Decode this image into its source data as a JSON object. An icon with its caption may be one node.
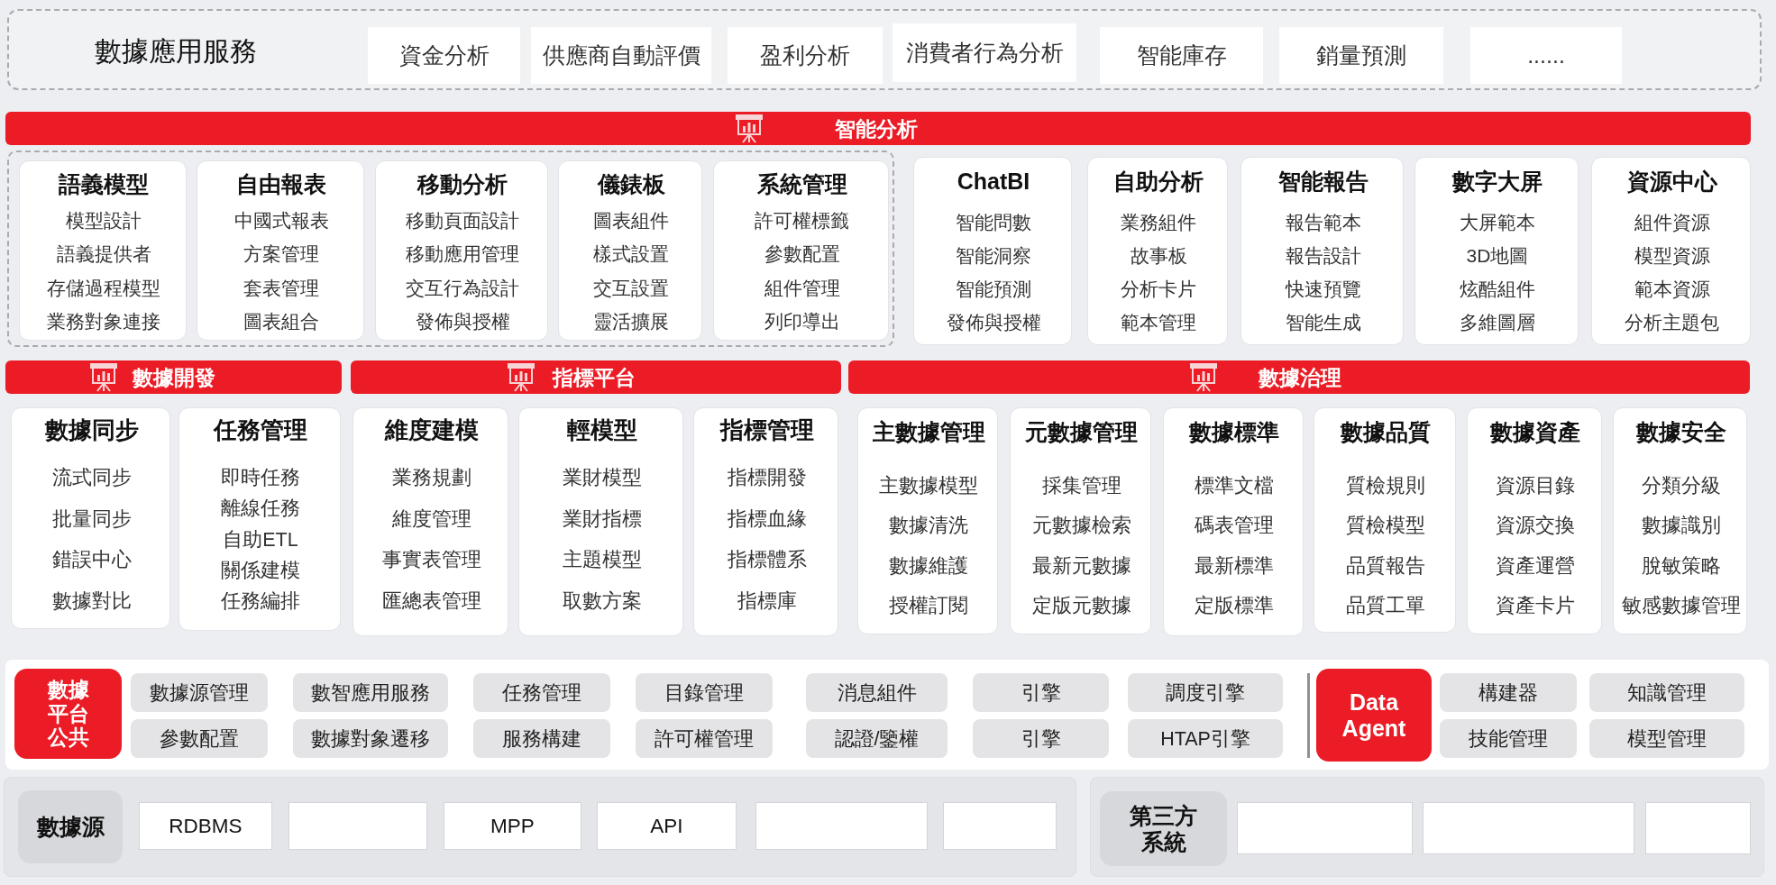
{
  "diagram": {
    "nodes": [
      {
        "text": [
          "數據應用服務"
        ]
      },
      {
        "text": [
          "資金分析"
        ],
        "in": 0
      },
      {
        "text": [
          "供應商自動評價"
        ],
        "in": 0
      },
      {
        "text": [
          "盈利分析"
        ],
        "in": 0
      },
      {
        "text": [
          "消費者行為分析"
        ],
        "in": 0
      },
      {
        "text": [
          "智能庫存"
        ],
        "in": 0
      },
      {
        "text": [
          "銷量預測"
        ],
        "in": 0
      },
      {
        "text": [
          "......"
        ],
        "in": 0
      },
      {
        "text": [
          "智能分析"
        ]
      },
      {
        "text": [],
        "shape": "box"
      },
      {
        "text": [
          "語義模型",
          "模型設計",
          "語義提供者",
          "存儲過程模型",
          "業務對象連接"
        ],
        "in": 9
      },
      {
        "text": [
          "自由報表",
          "中國式報表",
          "方案管理",
          "套表管理",
          "圖表組合"
        ],
        "in": 9
      },
      {
        "text": [
          "移動分析",
          "移動頁面設計",
          "移動應用管理",
          "交互行為設計",
          "發佈與授權"
        ],
        "in": 9
      },
      {
        "text": [
          "儀錶板",
          "圖表組件",
          "樣式設置",
          "交互設置",
          "靈活擴展"
        ],
        "in": 9
      },
      {
        "text": [
          "系統管理",
          "許可權標籤",
          "參數配置",
          "組件管理",
          "列印導出"
        ],
        "in": 9
      },
      {
        "text": [
          "ChatBI",
          "智能問數",
          "智能洞察",
          "智能預測",
          "發佈與授權"
        ]
      },
      {
        "text": [
          "自助分析",
          "業務組件",
          "故事板",
          "分析卡片",
          "範本管理"
        ]
      },
      {
        "text": [
          "智能報告",
          "報告範本",
          "報告設計",
          "快速預覽",
          "智能生成"
        ]
      },
      {
        "text": [
          "數字大屏",
          "大屏範本",
          "3D地圖",
          "炫酷組件",
          "多維圖層"
        ]
      },
      {
        "text": [
          "資源中心",
          "組件資源",
          "模型資源",
          "範本資源",
          "分析主題包"
        ]
      },
      {
        "text": [
          "數據開發"
        ]
      },
      {
        "text": [
          "指標平台"
        ]
      },
      {
        "text": [
          "數據治理"
        ]
      },
      {
        "text": [
          "數據同步",
          "流式同步",
          "批量同步",
          "錯誤中心",
          "數據對比"
        ]
      },
      {
        "text": [
          "任務管理",
          "即時任務",
          "離線任務",
          "自助ETL",
          "關係建模",
          "任務編排"
        ]
      },
      {
        "text": [
          "維度建模",
          "業務規劃",
          "維度管理",
          "事實表管理",
          "匯總表管理"
        ]
      },
      {
        "text": [
          "輕模型",
          "業財模型",
          "業財指標",
          "主題模型",
          "取數方案"
        ]
      },
      {
        "text": [
          "指標管理",
          "指標開發",
          "指標血緣",
          "指標體系",
          "指標庫"
        ]
      },
      {
        "text": [
          "主數據管理",
          "主數據模型",
          "數據清洗",
          "數據維護",
          "授權訂閱"
        ]
      },
      {
        "text": [
          "元數據管理",
          "採集管理",
          "元數據檢索",
          "最新元數據",
          "定版元數據"
        ]
      },
      {
        "text": [
          "數據標準",
          "標準文檔",
          "碼表管理",
          "最新標準",
          "定版標準"
        ]
      },
      {
        "text": [
          "數據品質",
          "質檢規則",
          "質檢模型",
          "品質報告",
          "品質工單"
        ]
      },
      {
        "text": [
          "數據資產",
          "資源目錄",
          "資源交換",
          "資產運營",
          "資產卡片"
        ]
      },
      {
        "text": [
          "數據安全",
          "分類分級",
          "數據識別",
          "脫敏策略",
          "敏感數據管理"
        ]
      },
      {
        "text": [],
        "shape": "box"
      },
      {
        "text": [
          "數據平台公共"
        ],
        "in": 34
      },
      {
        "text": [
          "數據源管理"
        ],
        "in": 34
      },
      {
        "text": [
          "數智應用服務"
        ],
        "in": 34
      },
      {
        "text": [
          "任務管理"
        ],
        "in": 34
      },
      {
        "text": [
          "目錄管理"
        ],
        "in": 34
      },
      {
        "text": [
          "消息組件"
        ],
        "in": 34
      },
      {
        "text": [
          "引擎"
        ],
        "in": 34
      },
      {
        "text": [
          "調度引擎"
        ],
        "in": 34
      },
      {
        "text": [
          "參數配置"
        ],
        "in": 34
      },
      {
        "text": [
          "數據對象遷移"
        ],
        "in": 34
      },
      {
        "text": [
          "服務構建"
        ],
        "in": 34
      },
      {
        "text": [
          "許可權管理"
        ],
        "in": 34
      },
      {
        "text": [
          "認證/鑒權"
        ],
        "in": 34
      },
      {
        "text": [
          "引擎"
        ],
        "in": 34
      },
      {
        "text": [
          "HTAP引擎"
        ],
        "in": 34
      },
      {
        "text": [
          "Data Agent"
        ],
        "in": 34
      },
      {
        "text": [
          "構建器"
        ],
        "in": 34
      },
      {
        "text": [
          "知識管理"
        ],
        "in": 34
      },
      {
        "text": [
          "技能管理"
        ],
        "in": 34
      },
      {
        "text": [
          "模型管理"
        ],
        "in": 34
      },
      {
        "text": [],
        "shape": "box"
      },
      {
        "text": [
          "數據源"
        ],
        "in": 55
      },
      {
        "text": [
          "RDBMS"
        ],
        "in": 55
      },
      {
        "text": [],
        "shape": "box",
        "in": 55
      },
      {
        "text": [
          "MPP"
        ],
        "in": 55
      },
      {
        "text": [
          "API"
        ],
        "in": 55
      },
      {
        "text": [],
        "shape": "box",
        "in": 55
      },
      {
        "text": [],
        "shape": "box",
        "in": 55
      },
      {
        "text": [],
        "shape": "box"
      },
      {
        "text": [
          "第三方系統"
        ],
        "in": 63
      },
      {
        "text": [],
        "shape": "box",
        "in": 63
      },
      {
        "text": [],
        "shape": "box",
        "in": 63
      },
      {
        "text": [],
        "shape": "box",
        "in": 63
      }
    ]
  }
}
